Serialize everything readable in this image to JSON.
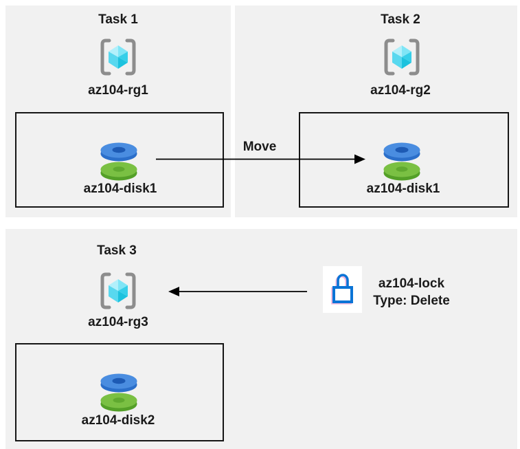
{
  "diagram": {
    "tasks": [
      {
        "title": "Task 1",
        "resource_group": "az104-rg1",
        "disk": "az104-disk1"
      },
      {
        "title": "Task 2",
        "resource_group": "az104-rg2",
        "disk": "az104-disk1"
      },
      {
        "title": "Task 3",
        "resource_group": "az104-rg3",
        "disk": "az104-disk2"
      }
    ],
    "move_arrow_label": "Move",
    "lock": {
      "name": "az104-lock",
      "type_line": "Type: Delete"
    },
    "icons": [
      "resource-group-icon",
      "disk-icon",
      "lock-icon",
      "move-arrow",
      "lock-arrow"
    ],
    "colors": {
      "panel_bg": "#f1f1f1",
      "box_border": "#151515",
      "text": "#1a1a1a",
      "arrow": "#000000",
      "lock_blue": "#0b74d6",
      "lock_pink_ghost": "#e060b0",
      "bracket_gray": "#8d8d8d",
      "cube_light": "#b2f0fb",
      "cube_mid": "#58d8ef",
      "cube_dark": "#1cc2de",
      "disk_blue_top": "#4a8de0",
      "disk_blue_rim": "#2b6fca",
      "disk_blue_hole": "#1d5ab4",
      "disk_green_top": "#7ac043",
      "disk_green_rim": "#54a028",
      "disk_green_hole": "#60a930"
    }
  }
}
